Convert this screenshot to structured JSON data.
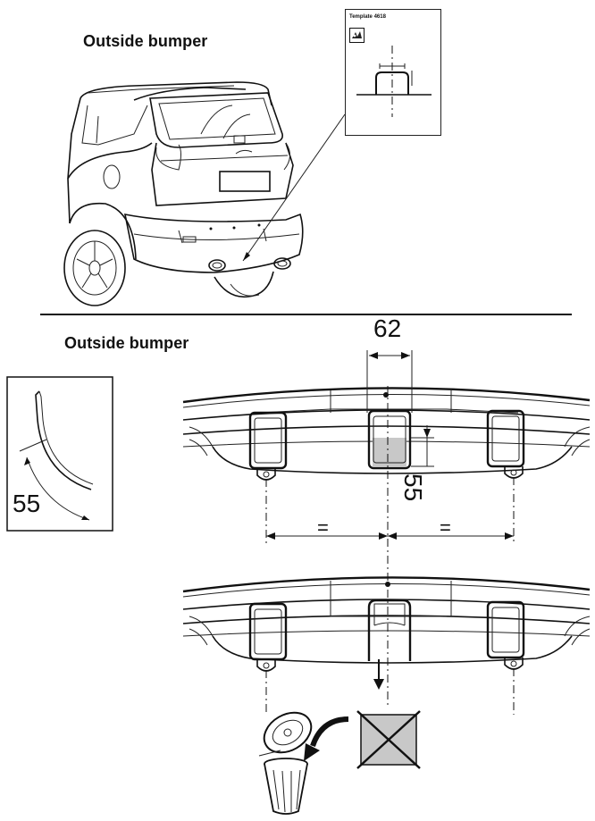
{
  "titles": {
    "top": "Outside bumper",
    "middle": "Outside bumper"
  },
  "template_card": {
    "label": "Template 4618"
  },
  "dimensions": {
    "width": "62",
    "depth": "55",
    "angle_detail": "55",
    "equal_left": "=",
    "equal_right": "="
  },
  "colors": {
    "line": "#111111",
    "cutout_fill": "#c8c8c8"
  },
  "icons": [
    "template-icon",
    "trash-bin-icon",
    "no-reuse-icon",
    "down-arrow-icon"
  ]
}
